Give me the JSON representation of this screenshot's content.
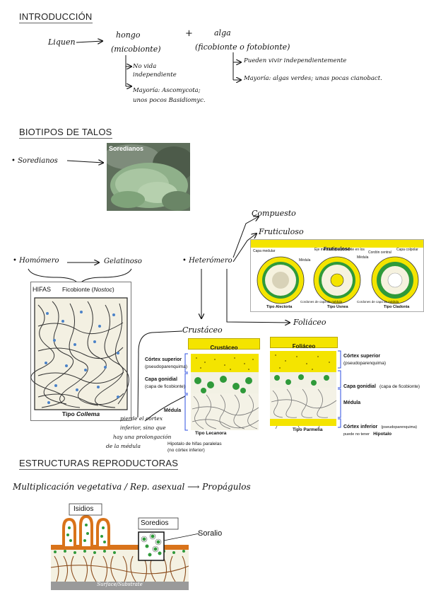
{
  "sections": {
    "intro": "INTRODUCCIÓN",
    "biotipos": "BIOTIPOS DE TALOS",
    "reproductoras": "ESTRUCTURAS REPRODUCTORAS"
  },
  "intro": {
    "liquen": "Liquen",
    "hongo": "hongo",
    "micobionte": "(micobionte)",
    "plus": "+",
    "alga": "alga",
    "ficobionte": "(ficobionte o fotobionte)",
    "hongo_notes": [
      "No vida",
      "independiente",
      "Mayoría: Ascomycota;",
      "unos pocos Basidiomyc."
    ],
    "alga_notes": [
      "Pueden vivir independientemente",
      "Mayoría: algas verdes; unas pocas cianobact."
    ]
  },
  "biotipos": {
    "soredianos": "Soredianos",
    "photo_label": "Soredianos",
    "compuesto": "Compuesto",
    "fruticuloso": "Fruticuloso",
    "homomero": "Homómero",
    "gelatinoso": "Gelatinoso",
    "heteromero": "Heterómero",
    "crustaceo": "Crustáceo",
    "foliaceo": "Foliáceo",
    "note": [
      "pierde el córtex",
      "inferior, sino que",
      "hay una prolongación",
      "de la médula"
    ]
  },
  "collema": {
    "hifas": "HIFAS",
    "ficobionte": "Ficobionte (",
    "nostoc": "Nostoc",
    "close": ")",
    "tipo": "Tipo ",
    "tipo_name": "Collema"
  },
  "fruticuloso_box": {
    "title": "Fruticuloso",
    "labels": [
      "Capa medular",
      "Eje medular (no presente en los",
      "Médula",
      "Médula",
      "Cordón central",
      "Capa colpolar"
    ],
    "tipo": [
      "Tipo Alectoria",
      "Tipo Usnea",
      "Tipo Cladonia"
    ],
    "bottom": [
      "Cordones de capa de médula",
      "Cordones de capa de médula"
    ]
  },
  "crustaceo_box": {
    "title": "Crustáceo",
    "cortex": "Córtex superior",
    "cortex_sub": "(pseudoparenquima)",
    "gonidial": "Capa gonidial",
    "gonidial_sub": "(capa de ficobionte)",
    "medula": "Médula",
    "tipo": "Tipo Lecanora",
    "hipotalo": "Hipotalo de hifas paralelas",
    "hipotalo_sub": "(no córtex inferior)"
  },
  "foliaceo_box": {
    "title": "Foliáceo",
    "cortex": "Córtex superior",
    "cortex_sub": "(pseudoparenquima)",
    "gonidial": "Capa gonidial",
    "gonidial_sub": "(capa de ficobionte)",
    "medula": "Médula",
    "inferior": "Córtex inferior",
    "inferior_sub": "(pseudoparenquima)",
    "inferior_sub2": "puede no tener",
    "hipotalo": "Hipotalo",
    "tipo": "Tipo Parmelia"
  },
  "reproductoras": {
    "line": "Multiplicación vegetativa / Rep. asexual ⟶ Propágulos",
    "isidios": "Isidios",
    "soredios": "Soredios",
    "soralio": "Soralio",
    "surface": "Surface/Substrate"
  },
  "colors": {
    "yellow": "#f4e400",
    "green": "#2f9a3a",
    "orange": "#d9731a",
    "brown": "#8b4d1e",
    "blue_bracket": "#2c4fe0"
  }
}
